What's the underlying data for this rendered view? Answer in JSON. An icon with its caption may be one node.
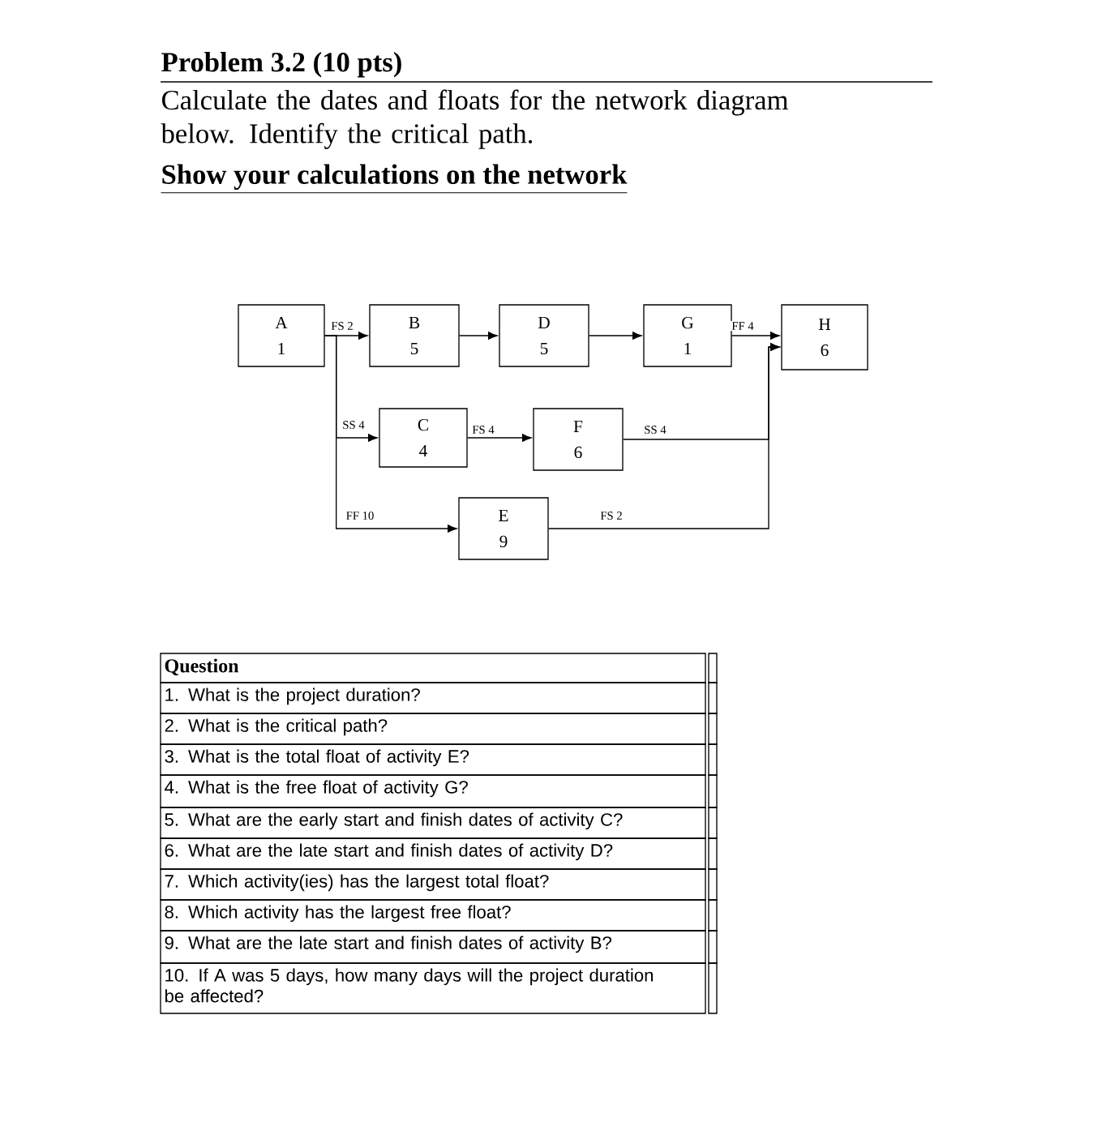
{
  "diagram": {
    "title": "Problem 3.2 (10 pts)",
    "nodes": [
      {
        "text": [
          "A",
          "1"
        ]
      },
      {
        "text": [
          "B",
          "5"
        ]
      },
      {
        "text": [
          "D",
          "5"
        ]
      },
      {
        "text": [
          "G",
          "1"
        ]
      },
      {
        "text": [
          "H",
          "6"
        ]
      },
      {
        "text": [
          "C",
          "4"
        ]
      },
      {
        "text": [
          "F",
          "6"
        ]
      },
      {
        "text": [
          "E",
          "9"
        ]
      }
    ],
    "edges": [
      {
        "from": 0,
        "to": 1,
        "arrow": "to",
        "label": "FS 2"
      },
      {
        "from": 0,
        "to": 5,
        "arrow": "to",
        "label": "SS 4"
      },
      {
        "from": 0,
        "to": 7,
        "arrow": "to",
        "label": "FF 10"
      },
      {
        "from": 1,
        "to": 2,
        "arrow": "to"
      },
      {
        "from": 2,
        "to": 3,
        "arrow": "to"
      },
      {
        "from": 3,
        "to": 4,
        "arrow": "to",
        "label": "FF 4"
      },
      {
        "from": 5,
        "to": 6,
        "arrow": "to",
        "label": "FS 4"
      },
      {
        "from": 6,
        "to": 4,
        "arrow": "to",
        "label": "SS 4"
      },
      {
        "from": 7,
        "to": 4,
        "arrow": "to",
        "label": "FS 2"
      }
    ],
    "labels": [
      "Calculate the dates and floats for the network diagram below. Identify the critical path.",
      "Show your calculations on the network",
      "Question",
      "1. What is the project duration?",
      "2. What is the critical path?",
      "3. What is the total float of activity E?",
      "4. What is the free float of activity G?",
      "5. What are the early start and finish dates of activity C?",
      "6. What are the late start and finish dates of activity D?",
      "7. Which activity(ies) has the largest total float?",
      "8. Which activity has the largest free float?",
      "9. What are the late start and finish dates of activity B?",
      "10. If A was 5 days, how many days will the project duration be affected?"
    ]
  }
}
